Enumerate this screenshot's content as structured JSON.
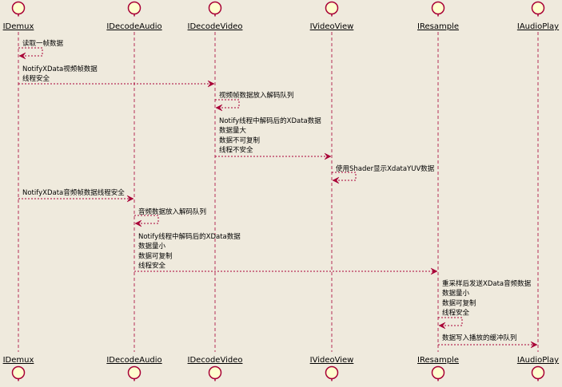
{
  "colors": {
    "background": "#efeadd",
    "line": "#a80036",
    "actor_fill": "#fefece",
    "text": "#000000"
  },
  "participants": [
    {
      "id": "demux",
      "name": "IDemux"
    },
    {
      "id": "daudio",
      "name": "IDecodeAudio"
    },
    {
      "id": "dvideo",
      "name": "IDecodeVideo"
    },
    {
      "id": "vview",
      "name": "IVideoView"
    },
    {
      "id": "resamp",
      "name": "IResample"
    },
    {
      "id": "aplay",
      "name": "IAudioPlay"
    }
  ],
  "messages": [
    {
      "from": "demux",
      "to": "demux",
      "lines": [
        "读取一帧数据"
      ]
    },
    {
      "from": "demux",
      "to": "dvideo",
      "lines": [
        "NotifyXData视频帧数据",
        "线程安全"
      ]
    },
    {
      "from": "dvideo",
      "to": "dvideo",
      "lines": [
        "视频帧数据放入解码队列"
      ]
    },
    {
      "from": "dvideo",
      "to": "vview",
      "lines": [
        "Notify线程中解码后的XData数据",
        "数据量大",
        "数据不可复制",
        "线程不安全"
      ]
    },
    {
      "from": "vview",
      "to": "vview",
      "lines": [
        "使用Shader显示XdataYUV数据"
      ]
    },
    {
      "from": "demux",
      "to": "daudio",
      "lines": [
        "NotifyXData音频帧数据线程安全"
      ]
    },
    {
      "from": "daudio",
      "to": "daudio",
      "lines": [
        "音频数据放入解码队列"
      ]
    },
    {
      "from": "daudio",
      "to": "resamp",
      "lines": [
        "Notify线程中解码后的XData数据",
        "数据量小",
        "数据可复制",
        "线程安全"
      ]
    },
    {
      "from": "resamp",
      "to": "resamp",
      "lines": [
        "重采样后发送XData音频数据",
        "数据量小",
        "数据可复制",
        "线程安全"
      ]
    },
    {
      "from": "resamp",
      "to": "aplay",
      "lines": [
        "数据写入播放的缓冲队列"
      ]
    }
  ]
}
